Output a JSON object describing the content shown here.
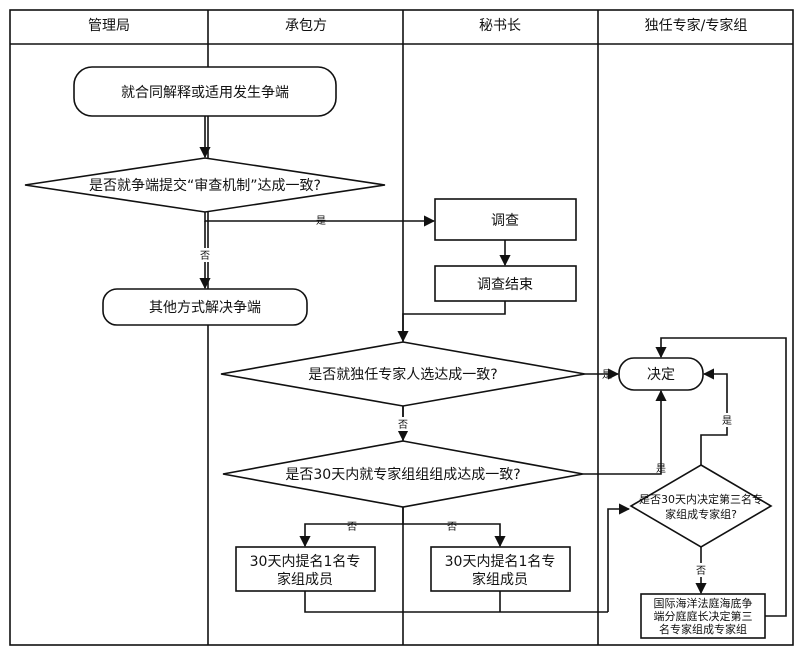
{
  "lanes": [
    {
      "title": "管理局"
    },
    {
      "title": "承包方"
    },
    {
      "title": "秘书长"
    },
    {
      "title": "独任专家/专家组"
    }
  ],
  "nodes": {
    "start": "就合同解释或适用发生争端",
    "review_decision": "是否就争端提交“审查机制”达成一致?",
    "investigate": "调查",
    "investigate_end": "调查结束",
    "other_methods": "其他方式解决争端",
    "sole_expert_decision": "是否就独任专家人选达成一致?",
    "decision": "决定",
    "panel_30_decision": "是否30天内就专家组组组成达成一致?",
    "nominate_left_line1": "30天内提名1名专",
    "nominate_left_line2": "家组成员",
    "nominate_right_line1": "30天内提名1名专",
    "nominate_right_line2": "家组成员",
    "third_member_line1": "是否30天内决定第三名专",
    "third_member_line2": "家组成专家组?",
    "itlos_line1": "国际海洋法庭海底争",
    "itlos_line2": "端分庭庭长决定第三",
    "itlos_line3": "名专家组成专家组"
  },
  "edge_labels": {
    "yes": "是",
    "no": "否"
  }
}
